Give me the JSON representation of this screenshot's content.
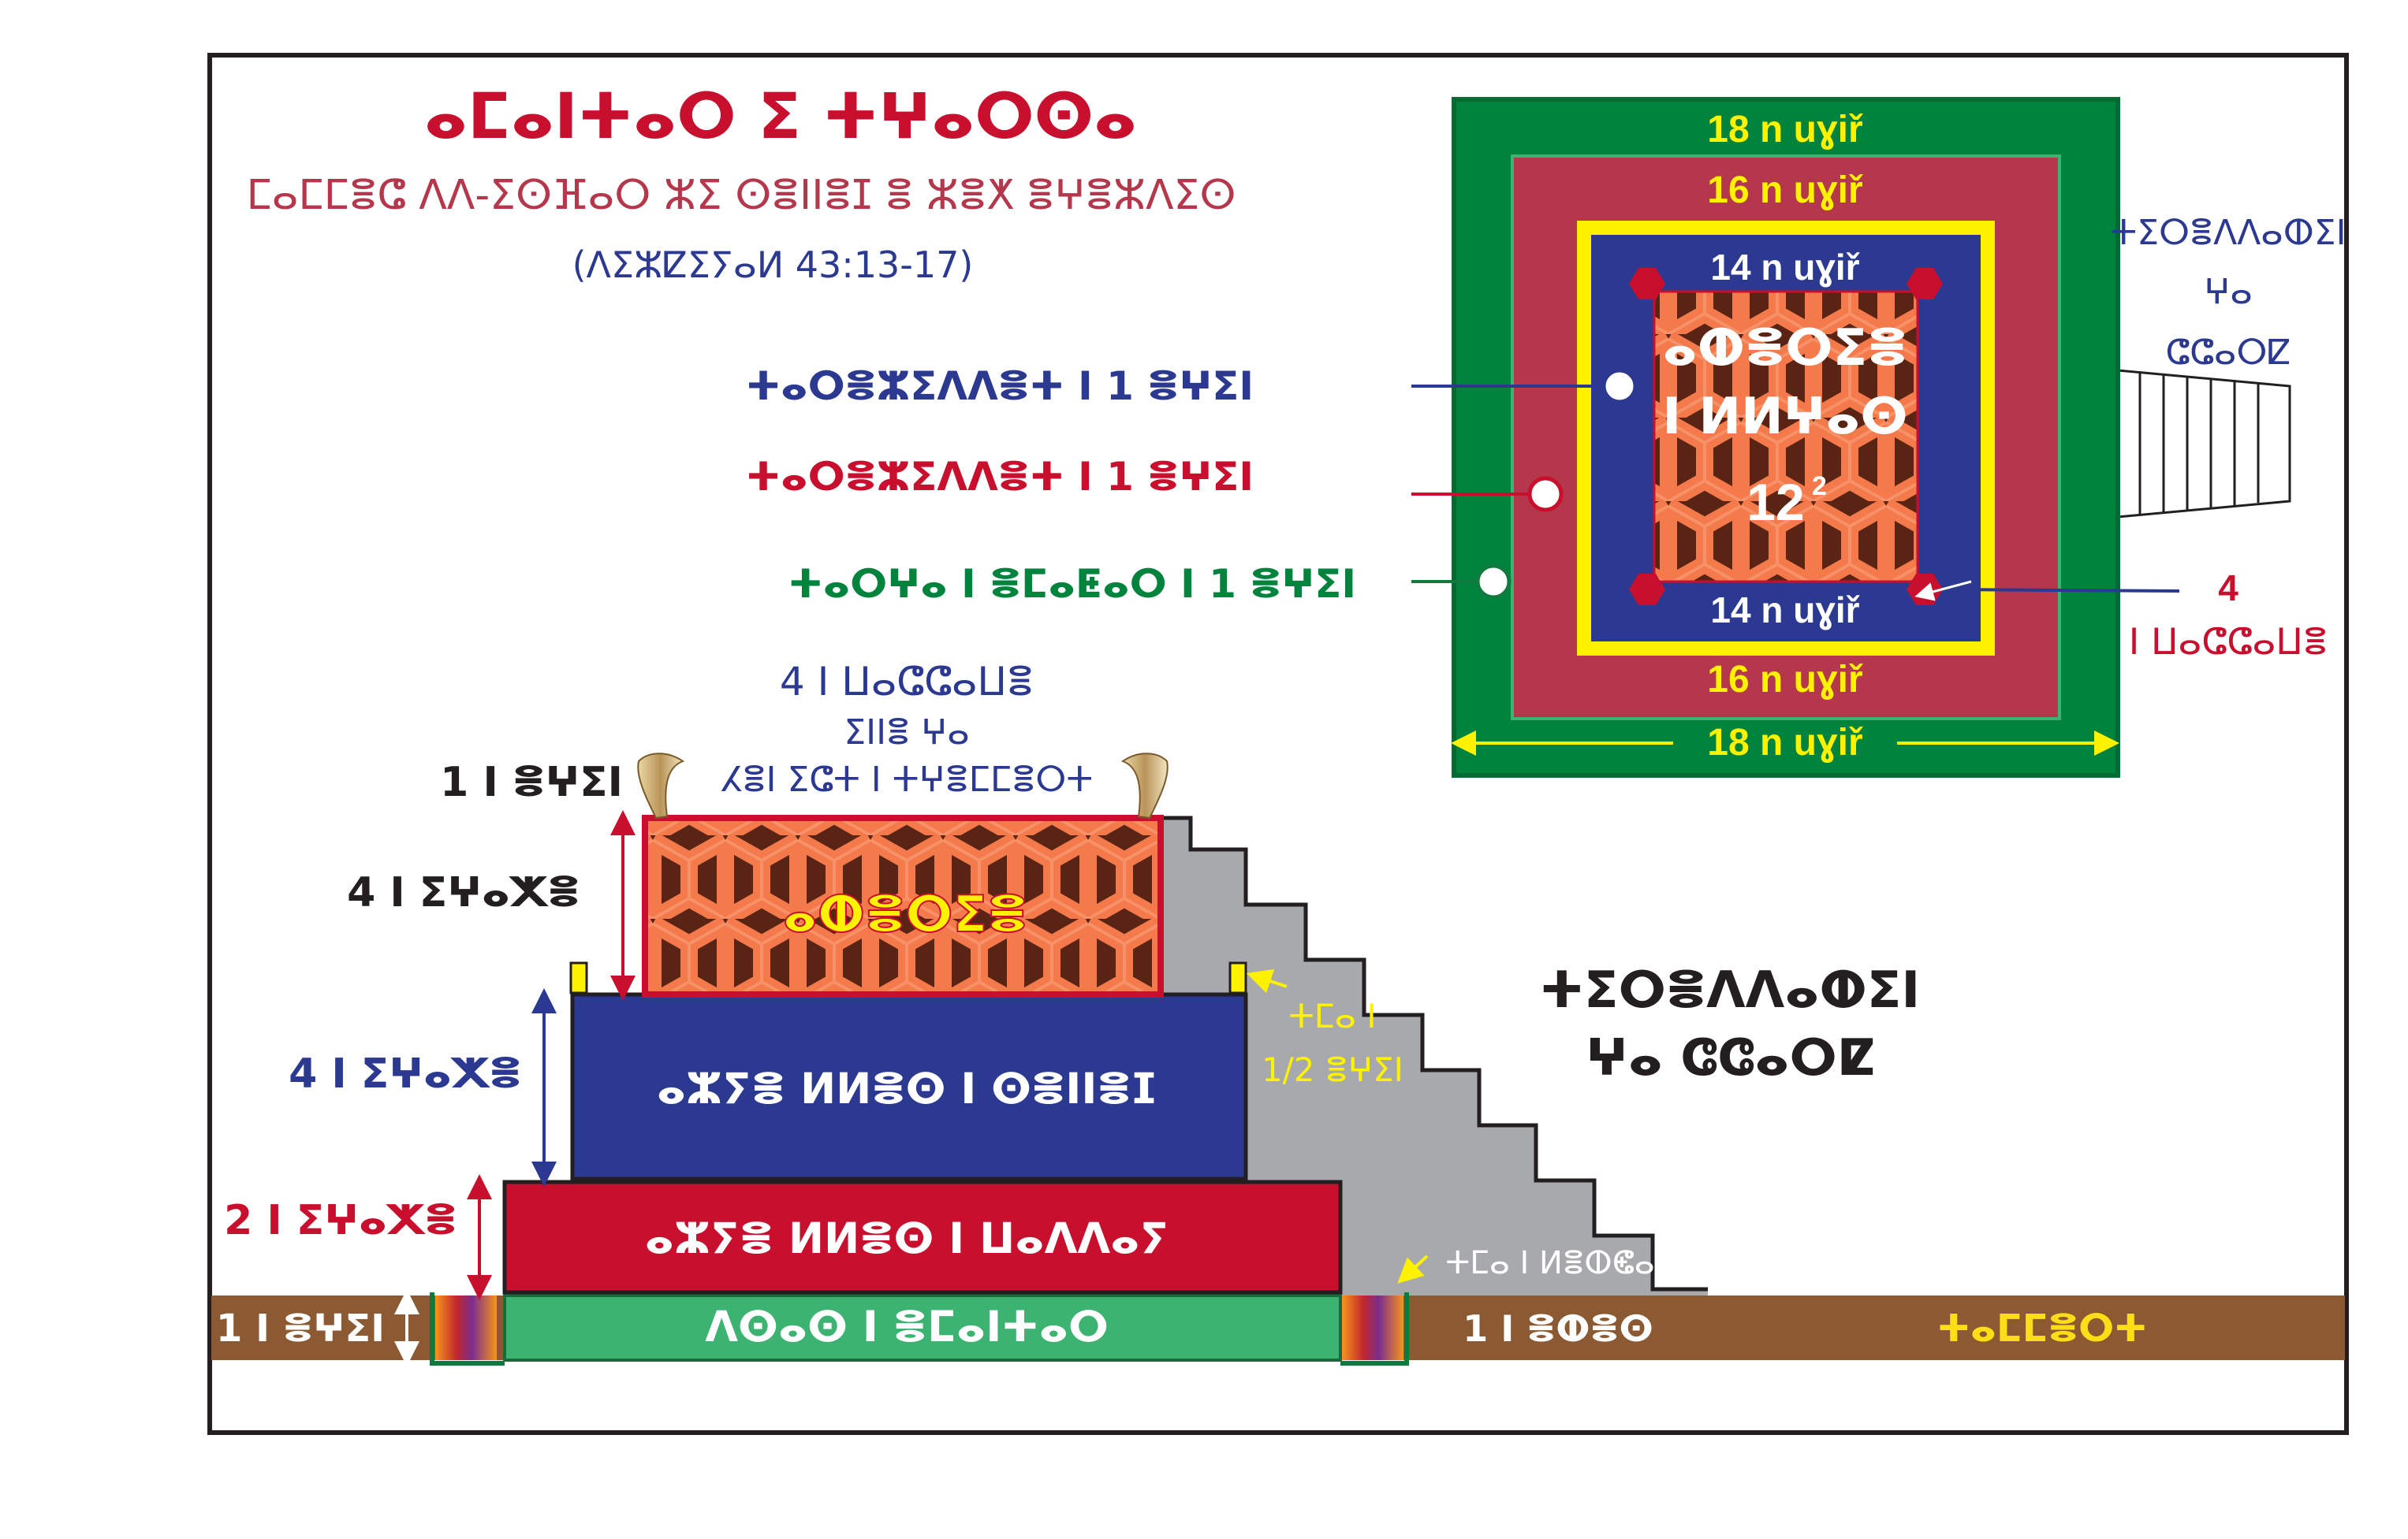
{
  "title": {
    "line1": "ⴰⵎⴰⵏⵜⴰⵔ ⵉ ⵜⵖⴰⵔⵙⴰ",
    "line2": "ⵎⴰⵎⵎⴻⵛ ⴷⴷ-ⵉⵙⴼⴰⵔ ⵣⵉ ⵙⴻⵏⵏⴻⵊ ⴻ ⵣⴻⵅ ⴻⵖⴻⵣⴷⵉⵙ",
    "line3": "(ⴷⵉⵣⵇⵉⵢⴰⵍ 43:13-17)"
  },
  "colors": {
    "red": "#c8102e",
    "navy": "#2b3990",
    "green": "#00843d",
    "forest": "#0e9146",
    "rose": "#b5374c",
    "yellow": "#fff200",
    "orange": "#f36f3f",
    "brown": "#8b5a32",
    "gray": "#a7a9ac",
    "mint": "#3cb371",
    "gold": "#ffde17"
  },
  "plan": {
    "outer_top": "18 n uɣiř",
    "outer_bottom": "18 n uɣiř",
    "middle_top": "16 n uɣiř",
    "middle_bottom": "16 n uɣiř",
    "inner_top": "14 n uɣiř",
    "inner_bottom": "14 n uɣiř",
    "center_word": "ⴰⵀⴻⵔⵉⴻ",
    "center_word2": "ⵏ ⵍⵍⵖⴰⵙ",
    "center_num": "12",
    "center_exp": "2",
    "stairs_label1": "ⵜⵉⵔⴻⴷⴷⴰⵀⵉⵏ",
    "stairs_label2": "ⵖⴰ",
    "stairs_label3": "ⵛⵛⴰⵔⵇ",
    "horns_num": "4",
    "horns_word": "ⵏ ⵡⴰⵛⵛⴰⵡⴻ"
  },
  "callouts": {
    "blue": "ⵜⴰⵔⴻⵣⵉⴷⴷⴻⵜ ⵏ 1 ⴻⵖⵉⵏ",
    "red": "ⵜⴰⵔⴻⵣⵉⴷⴷⴻⵜ ⵏ 1 ⴻⵖⵉⵏ",
    "green": "ⵜⴰⵔⵖⴰ ⵏ ⴻⵎⴰⵟⴰⵔ ⵏ 1 ⴻⵖⵉⵏ"
  },
  "elevation": {
    "horns_num": "4",
    "horns_word": "ⵏ ⵡⴰⵛⵛⴰⵡⴻ",
    "horns_line2": "ⵉⵏⵏⴻ ⵖⴰ",
    "horns_line3": "ⵃⴻⵏ ⵉⵛⵜ ⵏ ⵜⵖⴻⵎⵎⴻⵔⵜ",
    "horn_height": "1 ⵏ ⴻⵖⵉⵏ",
    "hearth_height": "4 ⵏ ⵉⵖⴰⵅⴻ",
    "hearth_word": "ⴰⵀⴻⵔⵉⴻ",
    "upper_height": "4 ⵏ ⵉⵖⴰⵅⴻ",
    "upper_label": "ⴰⵣⵢⴻ ⵍⵍⴻⵙ ⵏ ⵙⴻⵏⵏⴻⵊ",
    "ledge_label1": "ⵜⵎⴰ ⵏ",
    "ledge_label2": "1/2 ⴻⵖⵉⵏ",
    "lower_height": "2 ⵏ ⵉⵖⴰⵅⴻ",
    "lower_label": "ⴰⵣⵢⴻ ⵍⵍⴻⵙ ⵏ ⵡⴰⴷⴷⴰⵢ",
    "base_height": "1 ⵏ ⴻⵖⵉⵏ",
    "base_label": "ⴷⵙⴰⵙ ⵏ ⴻⵎⴰⵏⵜⴰⵔ",
    "gutter_note": "ⵜⵎⴰ ⵏ ⵍⴻⵀⵞⴰⵔ ⵏ",
    "gutter_width": "1 ⵏ ⴻⵀⴻⵙ",
    "ground_label": "ⵜⴰⵎⵎⴻⵔⵜ",
    "stairs_label1": "ⵜⵉⵔⴻⴷⴷⴰⵀⵉⵏ",
    "stairs_label2": "ⵖⴰ ⵛⵛⴰⵔⵇ"
  }
}
